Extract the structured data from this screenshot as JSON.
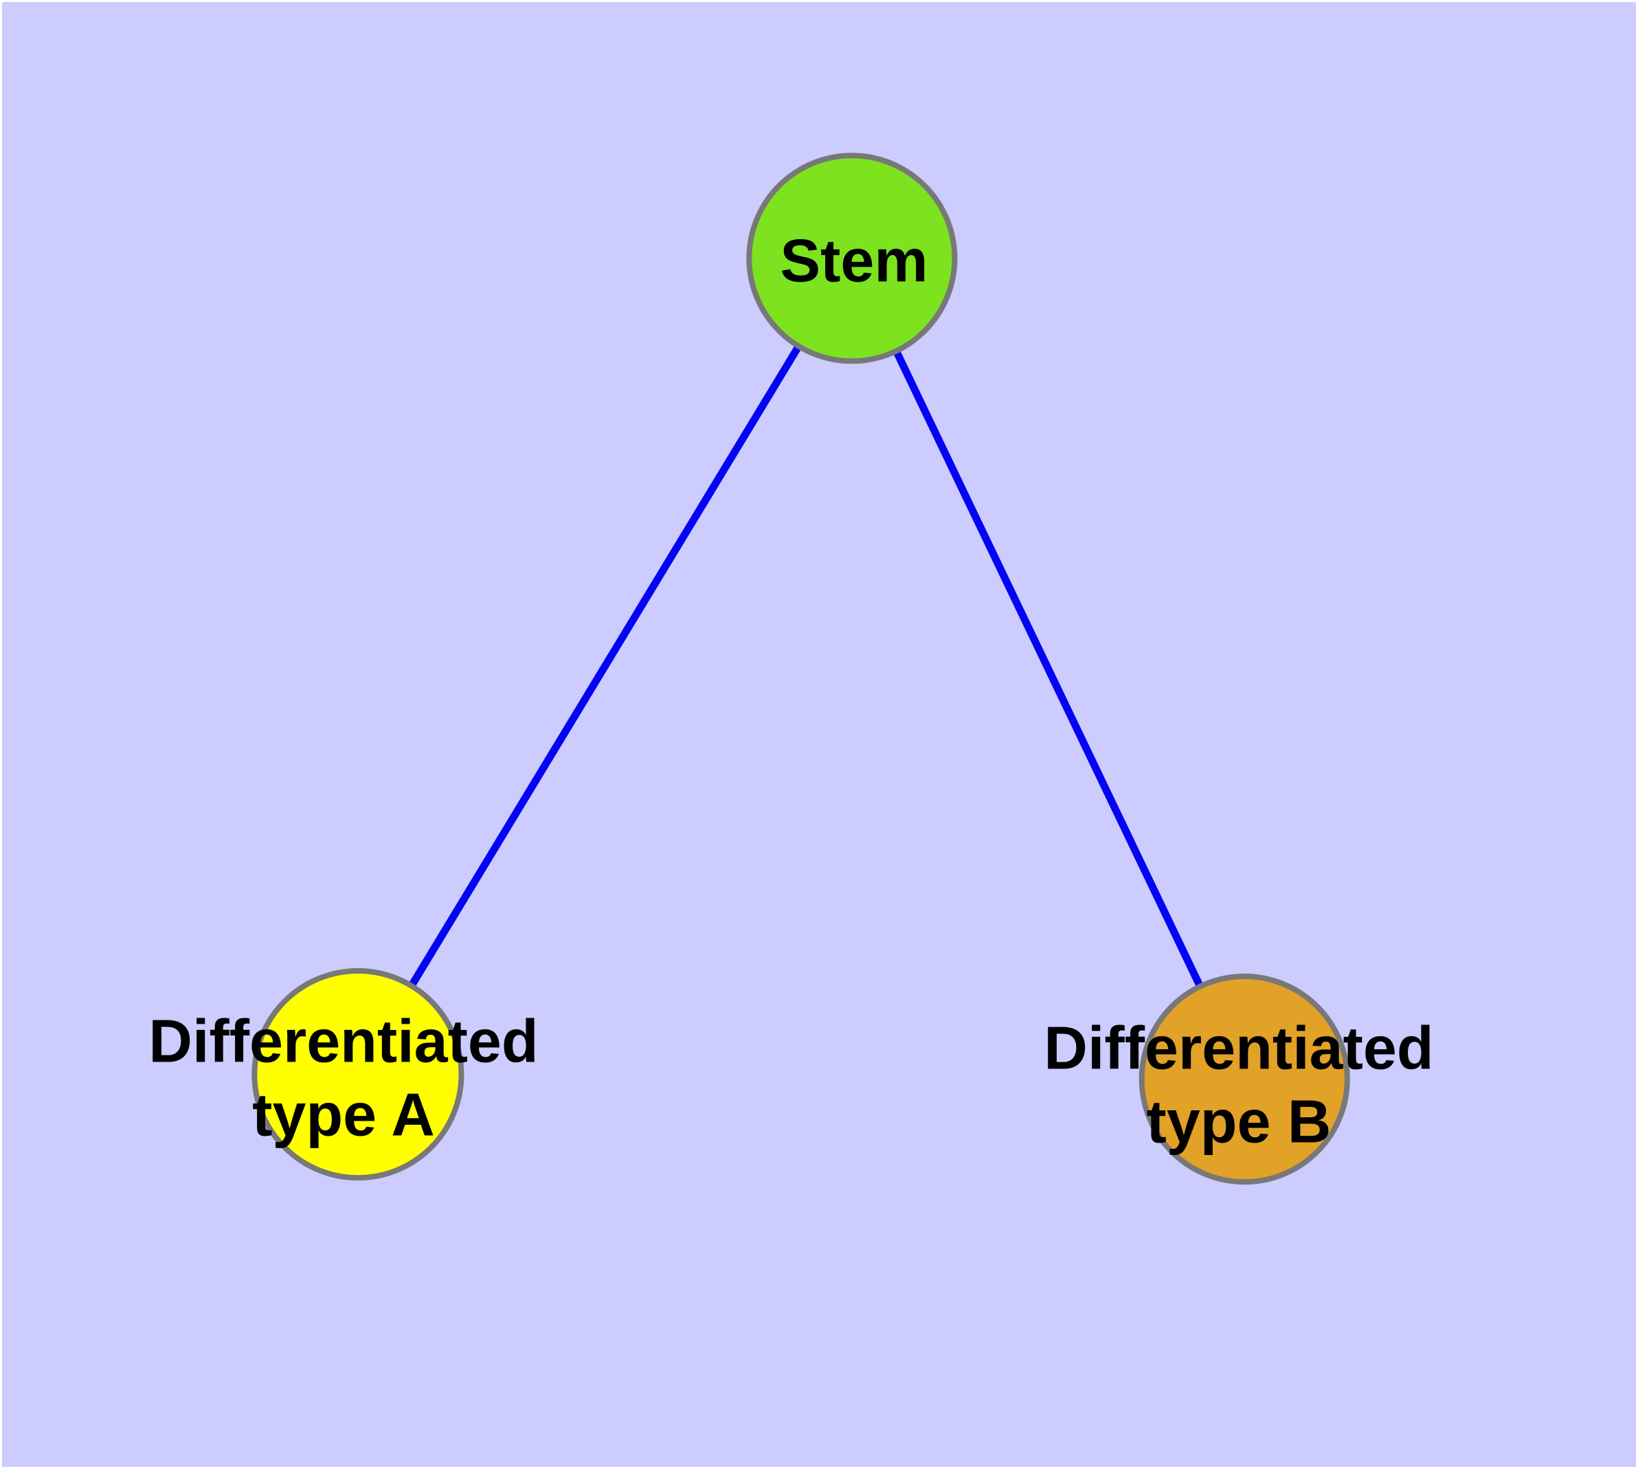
{
  "diagram": {
    "background_color": "#CCCCFF",
    "edge_color": "#0404F2",
    "node_border_color": "#787878",
    "label_color": "#000000",
    "nodes": {
      "stem": {
        "label": "Stem",
        "color": "#7CE31E"
      },
      "type_a": {
        "label_line1": "Differentiated",
        "label_line2": "type A",
        "color": "#FFFF00"
      },
      "type_b": {
        "label_line1": "Differentiated",
        "label_line2": "type B",
        "color": "#E2A127"
      }
    },
    "edges": [
      {
        "from": "Stem",
        "to": "Differentiated type A"
      },
      {
        "from": "Stem",
        "to": "Differentiated type B"
      }
    ]
  }
}
